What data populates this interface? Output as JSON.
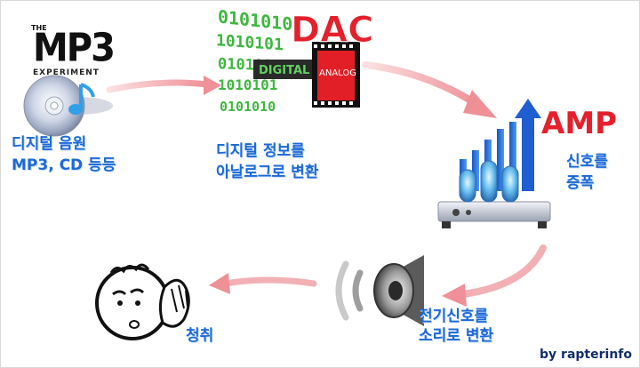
{
  "stages": {
    "mp3": {
      "logo_top": "THE",
      "logo_main": "MP3",
      "logo_sub": "EXPERIMENT",
      "line1": "디지털 음원",
      "line2": "MP3, CD 등등"
    },
    "dac": {
      "title": "DAC",
      "digital_tag": "DIGITAL",
      "analog_tag": "ANALOG",
      "line1": "디지털 정보를",
      "line2": "아날로그로 변환"
    },
    "amp": {
      "title": "AMP",
      "line1": "신호를",
      "line2": "증폭"
    },
    "speaker": {
      "line1": "전기신호를",
      "line2": "소리로 변환"
    },
    "listen": {
      "line1": "청취"
    }
  },
  "credit": "by rapterinfo",
  "colors": {
    "label": "#1c6ad8",
    "title_red": "#e3202b",
    "arrow": "#f2a2a6",
    "credit": "#13306b"
  }
}
